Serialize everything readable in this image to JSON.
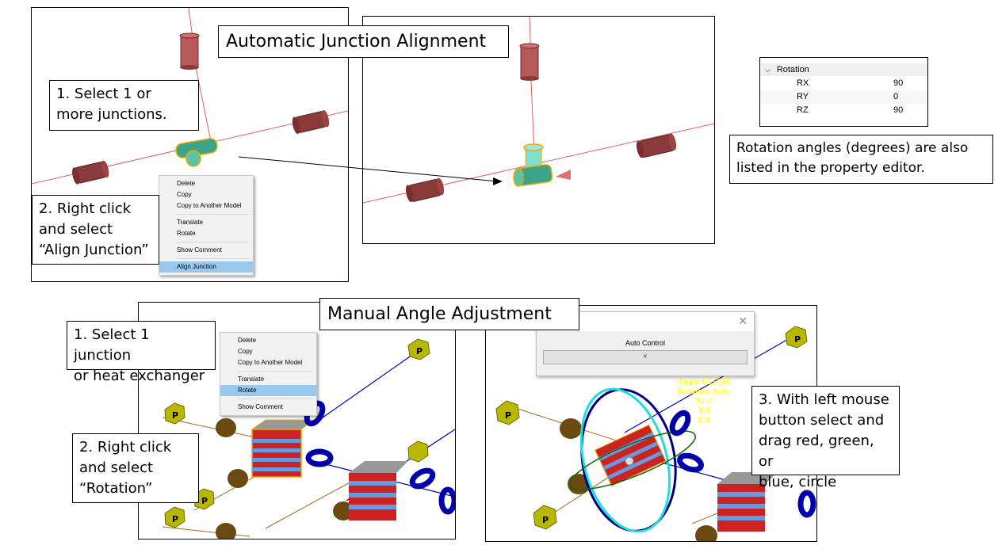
{
  "automatic": {
    "title": "Automatic Junction Alignment",
    "step1": "1. Select 1 or more junctions.",
    "step2_lines": [
      "2. Right click",
      "and select",
      "“Align Junction”"
    ],
    "context_menu": {
      "items": [
        "Delete",
        "Copy",
        "Copy to Another Model",
        "Translate",
        "Rotate",
        "Show Comment",
        "Align Junction"
      ],
      "selected": "Align Junction"
    }
  },
  "property_editor": {
    "group_label": "Rotation",
    "expand_icon": "chevron-down-icon",
    "rows": [
      {
        "key": "RX",
        "value": "90"
      },
      {
        "key": "RY",
        "value": "0"
      },
      {
        "key": "RZ",
        "value": "90"
      }
    ],
    "note": "Rotation angles (degrees) are also listed in the property editor."
  },
  "manual": {
    "title": "Manual Angle Adjustment",
    "step1_lines": [
      "1. Select 1 junction",
      "or heat exchanger"
    ],
    "step2_lines": [
      "2. Right click",
      "and select",
      "“Rotation”"
    ],
    "step3_lines": [
      "3. With left mouse",
      "button select and",
      "drag red, green, or",
      "blue, circle"
    ],
    "context_menu": {
      "items": [
        "Delete",
        "Copy",
        "Copy to Another Model",
        "Translate",
        "Rotate",
        "Show Comment"
      ],
      "selected": "Rotate"
    },
    "dialog": {
      "close_icon": "close-icon",
      "label": "Auto Control",
      "button_label": "¥"
    },
    "rotation_readout": {
      "angle": "Angle:62.5286",
      "axis_label": "Rotation Axis:",
      "x": "X:-1",
      "y": "Y:0",
      "z": "Z:0"
    },
    "node_label": "P"
  },
  "colors": {
    "pipe_line": "#e06060",
    "pipe_body": "#8b3a3a",
    "junction": "#3aa58a",
    "selection": "#f0a800",
    "flow_blue": "#0000cc",
    "pump_yellow": "#b8b800",
    "motor_brown": "#6b4a12",
    "menu_highlight": "#99c9ef",
    "readout_yellow": "#ffff33"
  }
}
